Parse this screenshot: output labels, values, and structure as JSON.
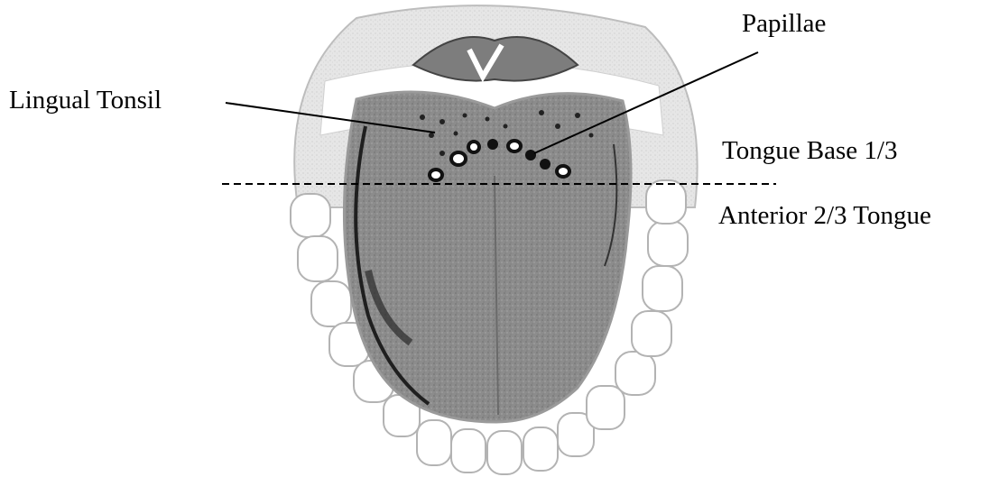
{
  "labels": {
    "papillae": "Papillae",
    "lingual_tonsil": "Lingual Tonsil",
    "tongue_base": "Tongue Base 1/3",
    "anterior_tongue": "Anterior 2/3 Tongue"
  },
  "colors": {
    "tongue_fill": "#8f8f8f",
    "mouth_fill": "#e4e4e4",
    "teeth_fill": "#ffffff",
    "line": "#000000"
  }
}
